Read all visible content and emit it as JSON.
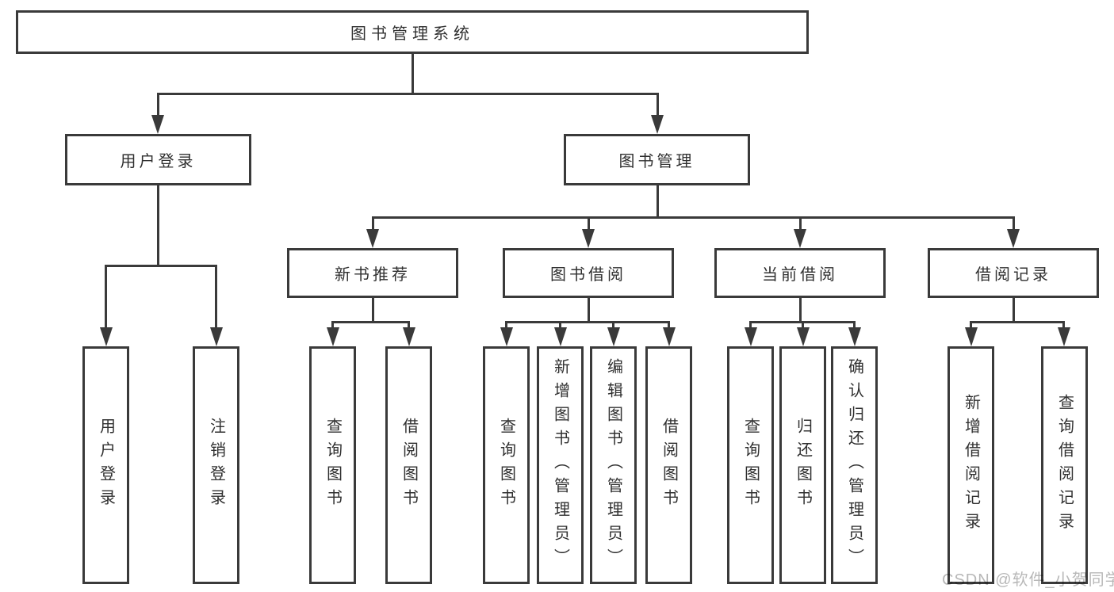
{
  "diagram": {
    "root": {
      "label": "图书管理系统"
    },
    "level2": [
      {
        "label": "用户登录"
      },
      {
        "label": "图书管理"
      }
    ],
    "level3": [
      {
        "label": "新书推荐"
      },
      {
        "label": "图书借阅"
      },
      {
        "label": "当前借阅"
      },
      {
        "label": "借阅记录"
      }
    ],
    "leaves": {
      "user_login": [
        {
          "label": "用户登录"
        },
        {
          "label": "注销登录"
        }
      ],
      "new_book_recommend": [
        {
          "label": "查询图书"
        },
        {
          "label": "借阅图书"
        }
      ],
      "book_borrowing": [
        {
          "label": "查询图书"
        },
        {
          "label": "新增图书（管理员）"
        },
        {
          "label": "编辑图书（管理员）"
        },
        {
          "label": "借阅图书"
        }
      ],
      "current_borrowing": [
        {
          "label": "查询图书"
        },
        {
          "label": "归还图书"
        },
        {
          "label": "确认归还（管理员）"
        }
      ],
      "borrowing_records": [
        {
          "label": "新增借阅记录"
        },
        {
          "label": "查询借阅记录"
        }
      ]
    },
    "watermark": "CSDN @软件_小贺同学",
    "colors": {
      "line": "#3a3a3a",
      "text": "#303030",
      "background": "#ffffff",
      "watermark": "#b8b8b8"
    }
  }
}
